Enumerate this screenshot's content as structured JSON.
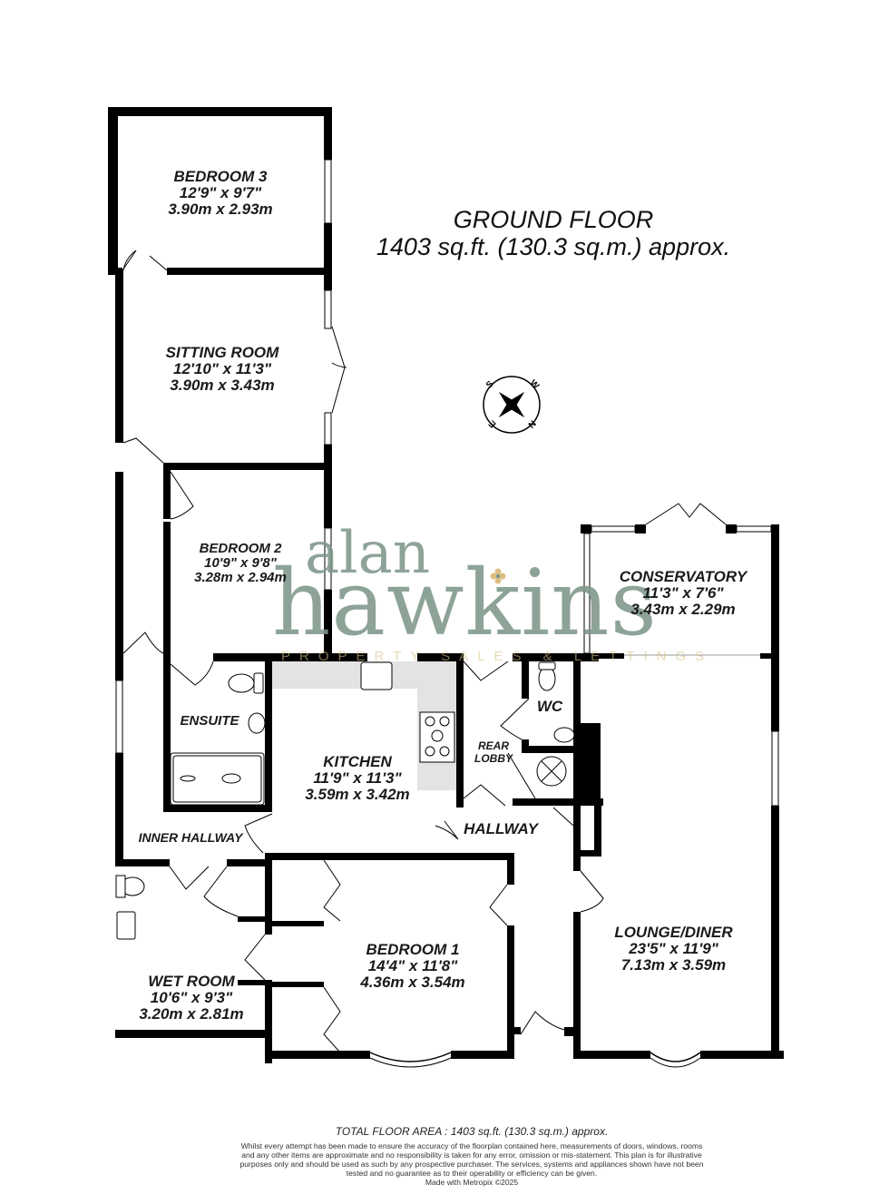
{
  "floor": {
    "title": "GROUND FLOOR",
    "area": "1403 sq.ft. (130.3 sq.m.) approx."
  },
  "rooms": [
    {
      "id": "bedroom3",
      "name": "BEDROOM 3",
      "imperial": "12'9\"  x 9'7\"",
      "metric": "3.90m  x 2.93m"
    },
    {
      "id": "sitting_room",
      "name": "SITTING ROOM",
      "imperial": "12'10\"  x 11'3\"",
      "metric": "3.90m  x 3.43m"
    },
    {
      "id": "bedroom2",
      "name": "BEDROOM 2",
      "imperial": "10'9\"  x 9'8\"",
      "metric": "3.28m  x 2.94m"
    },
    {
      "id": "conservatory",
      "name": "CONSERVATORY",
      "imperial": "11'3\"  x 7'6\"",
      "metric": "3.43m  x 2.29m"
    },
    {
      "id": "ensuite",
      "name": "ENSUITE"
    },
    {
      "id": "kitchen",
      "name": "KITCHEN",
      "imperial": "11'9\"  x 11'3\"",
      "metric": "3.59m  x 3.42m"
    },
    {
      "id": "wc",
      "name": "WC"
    },
    {
      "id": "rear_lobby",
      "name": "REAR\nLOBBY",
      "line1": "REAR",
      "line2": "LOBBY"
    },
    {
      "id": "hallway",
      "name": "HALLWAY"
    },
    {
      "id": "inner_hallway",
      "name": "INNER HALLWAY"
    },
    {
      "id": "wet_room",
      "name": "WET ROOM",
      "imperial": "10'6\"  x 9'3\"",
      "metric": "3.20m  x 2.81m"
    },
    {
      "id": "bedroom1",
      "name": "BEDROOM 1",
      "imperial": "14'4\"  x 11'8\"",
      "metric": "4.36m  x 3.54m"
    },
    {
      "id": "lounge_diner",
      "name": "LOUNGE/DINER",
      "imperial": "23'5\"  x 11'9\"",
      "metric": "7.13m  x 3.59m"
    }
  ],
  "compass": {
    "icon": "compass-rose-icon",
    "labels": [
      "S",
      "W",
      "E",
      "N"
    ]
  },
  "watermark": {
    "line1": "alan",
    "line2": "hawkins",
    "tagline": "PROPERTY SALES & LETTINGS",
    "accent": "#d6b56a",
    "color": "#7f978a"
  },
  "footer": {
    "total": "TOTAL FLOOR AREA : 1403 sq.ft. (130.3 sq.m.) approx.",
    "disclaimer": "Whilst every attempt has been made to ensure the accuracy of the floorplan contained here, measurements of doors, windows, rooms and any other items are approximate and no responsibility is taken for any error, omission or mis-statement. This plan is for illustrative purposes only and should be used as such by any prospective purchaser. The services, systems and appliances shown have not been tested and no guarantee as to their operability or efficiency can be given.",
    "made_with": "Made with Metropix ©2025"
  },
  "colors": {
    "wall": "#000000",
    "worktop": "#e3e3e3",
    "background": "#ffffff"
  }
}
